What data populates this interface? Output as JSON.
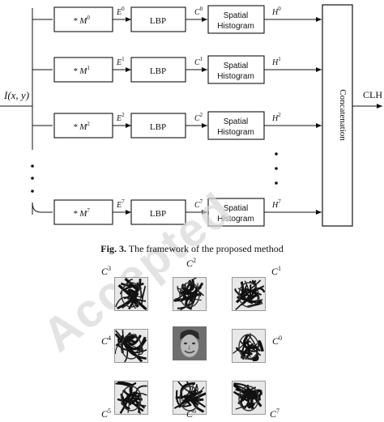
{
  "diagram": {
    "input_label": "I(x, y)",
    "output_label": "CLH",
    "concat_label": "Concatenation",
    "rows": [
      {
        "filter": "* M",
        "filter_idx": "0",
        "e": "E",
        "e_idx": "0",
        "lbp": "LBP",
        "c": "C",
        "c_idx": "0",
        "hist_line1": "Spatial",
        "hist_line2": "Histogram",
        "h": "H",
        "h_idx": "0"
      },
      {
        "filter": "* M",
        "filter_idx": "1",
        "e": "E",
        "e_idx": "1",
        "lbp": "LBP",
        "c": "C",
        "c_idx": "1",
        "hist_line1": "Spatial",
        "hist_line2": "Histogram",
        "h": "H",
        "h_idx": "1"
      },
      {
        "filter": "* M",
        "filter_idx": "2",
        "e": "E",
        "e_idx": "2",
        "lbp": "LBP",
        "c": "C",
        "c_idx": "2",
        "hist_line1": "Spatial",
        "hist_line2": "Histogram",
        "h": "H",
        "h_idx": "2"
      },
      {
        "filter": "* M",
        "filter_idx": "7",
        "e": "E",
        "e_idx": "7",
        "lbp": "LBP",
        "c": "C",
        "c_idx": "7",
        "hist_line1": "Spatial",
        "hist_line2": "Histogram",
        "h": "H",
        "h_idx": "7"
      }
    ]
  },
  "caption": {
    "prefix": "Fig. 3.",
    "text": "The framework of the proposed method"
  },
  "watermark": "Accepted",
  "texture_grid": {
    "labels": [
      {
        "text": "C",
        "idx": "3"
      },
      {
        "text": "C",
        "idx": "2"
      },
      {
        "text": "C",
        "idx": "1"
      },
      {
        "text": "C",
        "idx": "4"
      },
      {
        "text": "C",
        "idx": "0"
      },
      {
        "text": "C",
        "idx": "5"
      },
      {
        "text": "C",
        "idx": "6"
      },
      {
        "text": "C",
        "idx": "7"
      }
    ]
  }
}
